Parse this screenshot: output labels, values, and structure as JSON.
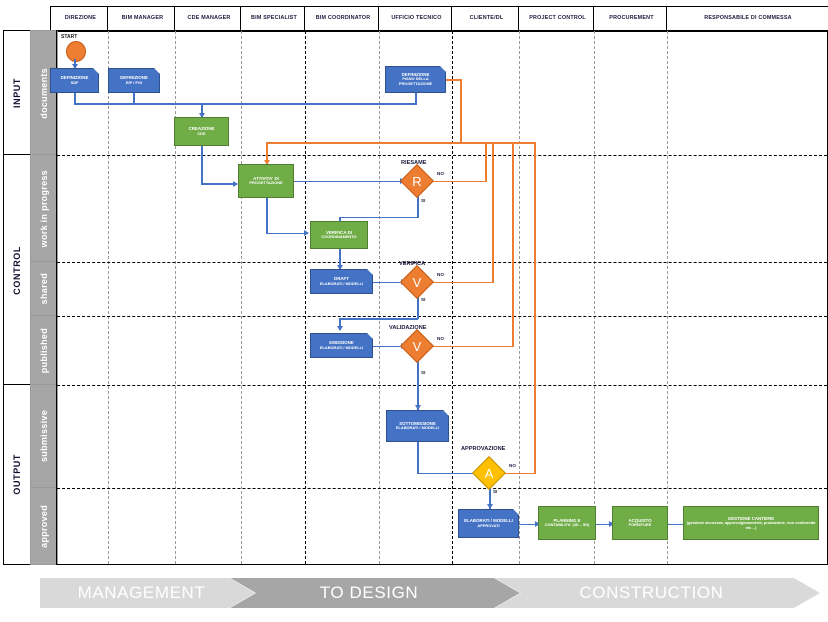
{
  "columns": [
    {
      "label": "DIREZIONE"
    },
    {
      "label": "BIM MANAGER"
    },
    {
      "label": "CDE MANAGER"
    },
    {
      "label": "BIM SPECIALIST"
    },
    {
      "label": "BIM COORDINATOR"
    },
    {
      "label": "UFFICIO TECNICO"
    },
    {
      "label": "CLIENTE/DL"
    },
    {
      "label": "PROJECT CONTROL"
    },
    {
      "label": "PROCUREMENT"
    },
    {
      "label": "RESPONSABILE DI COMMESSA"
    }
  ],
  "phases": [
    {
      "label": "INPUT"
    },
    {
      "label": "CONTROL"
    },
    {
      "label": "OUTPUT"
    }
  ],
  "states": [
    {
      "label": "documents"
    },
    {
      "label": "work in progress"
    },
    {
      "label": "shared"
    },
    {
      "label": "published"
    },
    {
      "label": "submissive"
    },
    {
      "label": "approved"
    }
  ],
  "start": {
    "label": "START"
  },
  "nodes": [
    {
      "id": "sdf",
      "title": "DEFINIZIONE",
      "sub": "SDF",
      "color": "blue"
    },
    {
      "id": "eip",
      "title": "DEFINIZIONE",
      "sub": "EIP / PGI",
      "color": "blue"
    },
    {
      "id": "piano",
      "title": "DEFINIZIONE",
      "sub": "PIANO DELLA PROGETTAZIONE",
      "color": "blue"
    },
    {
      "id": "cde",
      "title": "CREAZIONE",
      "sub": "CDE",
      "color": "green"
    },
    {
      "id": "attivita",
      "title": "ATTIVITA' DI",
      "sub": "PROGETTAZIONE",
      "color": "green"
    },
    {
      "id": "coord",
      "title": "VERIFICA DI",
      "sub": "COORDINAMENTO",
      "color": "green"
    },
    {
      "id": "draft",
      "title": "DRAFT",
      "sub": "ELABORATI / MODELLI",
      "color": "blue"
    },
    {
      "id": "emissione",
      "title": "EMISSIONE",
      "sub": "ELABORATI / MODELLI",
      "color": "blue"
    },
    {
      "id": "sottomissione",
      "title": "SOTTOMISSIONE",
      "sub": "ELABORATI / MODELLI",
      "color": "blue"
    },
    {
      "id": "approvati",
      "title": "ELABORATI / MODELLI",
      "sub": "APPROVATI",
      "color": "blue"
    },
    {
      "id": "planning",
      "title": "PLANNING E",
      "sub": "CONTABILITA' (4D – 5D)",
      "color": "green"
    },
    {
      "id": "acquisto",
      "title": "ACQUISTO",
      "sub": "FORNITURE",
      "color": "green"
    },
    {
      "id": "cantiere",
      "title": "GESTIONE CANTIERE",
      "sub": "(gestione sicurezza, approvvigionamenti, produzione, non conformità etc…)",
      "color": "green"
    }
  ],
  "decisions": [
    {
      "id": "riesame",
      "label": "RIESAME",
      "glyph": "R",
      "color": "orange",
      "yes": "SI",
      "no": "NO"
    },
    {
      "id": "verifica",
      "label": "VERIFICA",
      "glyph": "V",
      "color": "orange",
      "yes": "SI",
      "no": "NO"
    },
    {
      "id": "validazione",
      "label": "VALIDAZIONE",
      "glyph": "V",
      "color": "orange",
      "yes": "SI",
      "no": "NO"
    },
    {
      "id": "approvazione",
      "label": "APPROVAZIONE",
      "glyph": "A",
      "color": "yellow",
      "yes": "SI",
      "no": "NO"
    }
  ],
  "chevrons": [
    {
      "label": "MANAGEMENT",
      "color": "#d9d9d9"
    },
    {
      "label": "TO DESIGN",
      "color": "#a6a6a6"
    },
    {
      "label": "CONSTRUCTION",
      "color": "#d9d9d9"
    }
  ],
  "colors": {
    "blue": "#4472c4",
    "green": "#70ad47",
    "orange": "#ed7d31",
    "yellow": "#ffc000",
    "band": "#a6a6a6"
  }
}
